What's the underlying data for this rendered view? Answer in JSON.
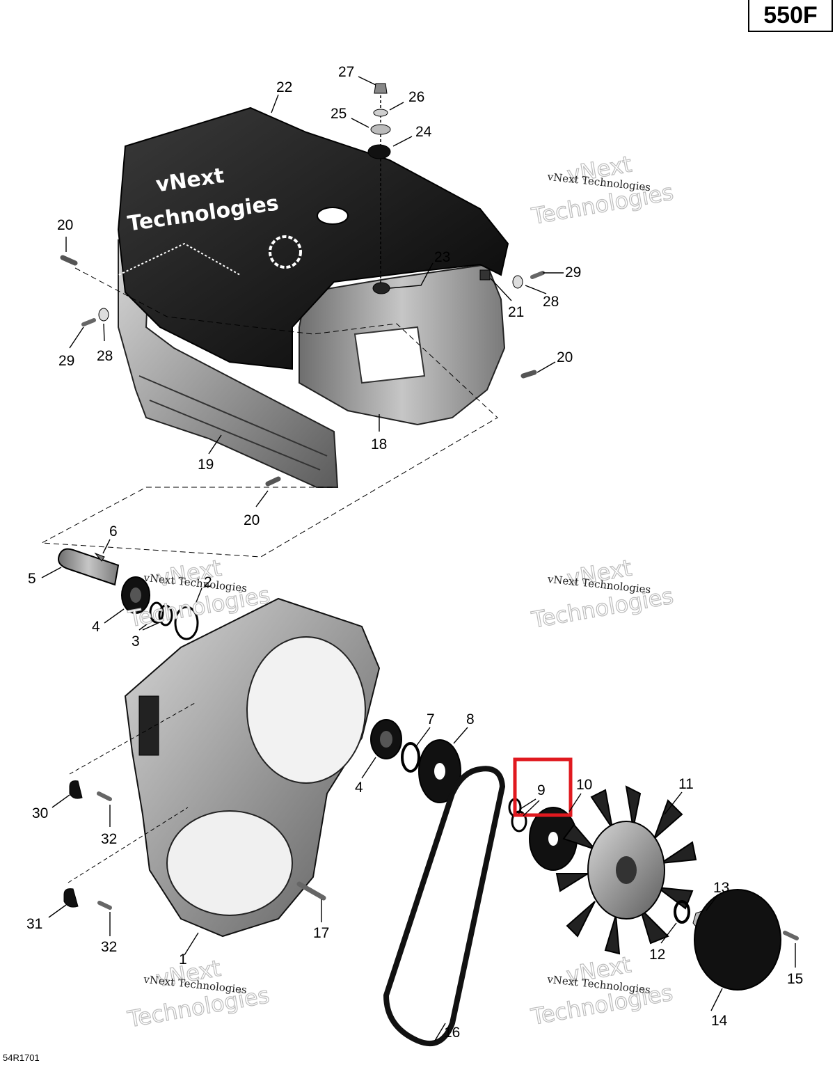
{
  "model_badge": "550F",
  "doc_code": "54R1701",
  "highlight_color": "#e0191f",
  "watermark": {
    "line1": "vNext",
    "line2": "Technologies",
    "small": "vNext Technologies"
  },
  "callouts": {
    "c1": "1",
    "c2": "2",
    "c3": "3",
    "c4a": "4",
    "c4b": "4",
    "c5": "5",
    "c6": "6",
    "c7": "7",
    "c8": "8",
    "c9": "9",
    "c10": "10",
    "c11": "11",
    "c12": "12",
    "c13": "13",
    "c14": "14",
    "c15": "15",
    "c16": "16",
    "c17": "17",
    "c18": "18",
    "c19": "19",
    "c20a": "20",
    "c20b": "20",
    "c20c": "20",
    "c21": "21",
    "c22": "22",
    "c23": "23",
    "c24": "24",
    "c25": "25",
    "c26": "26",
    "c27": "27",
    "c28a": "28",
    "c28b": "28",
    "c29a": "29",
    "c29b": "29",
    "c30": "30",
    "c31": "31",
    "c32a": "32",
    "c32b": "32"
  }
}
